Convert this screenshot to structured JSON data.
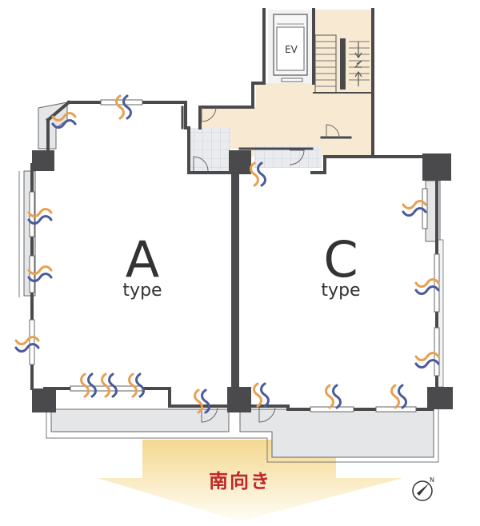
{
  "units": [
    {
      "letter": "A",
      "word": "type"
    },
    {
      "letter": "C",
      "word": "type"
    }
  ],
  "elevator_label": "EV",
  "direction_label": "南向き",
  "colors": {
    "wall": "#4a4a4c",
    "common_area": "#f8ead2",
    "balcony": "#e4e6e8",
    "arrow_top": "#f4d890",
    "arrow_bottom": "#fffdf5",
    "direction_text": "#c0282a",
    "vent_orange": "#e8a050",
    "vent_blue": "#4a5a9a"
  },
  "icons": [
    "compass-icon",
    "ventilation-icon",
    "door-swing-icon",
    "stairs-icon"
  ]
}
